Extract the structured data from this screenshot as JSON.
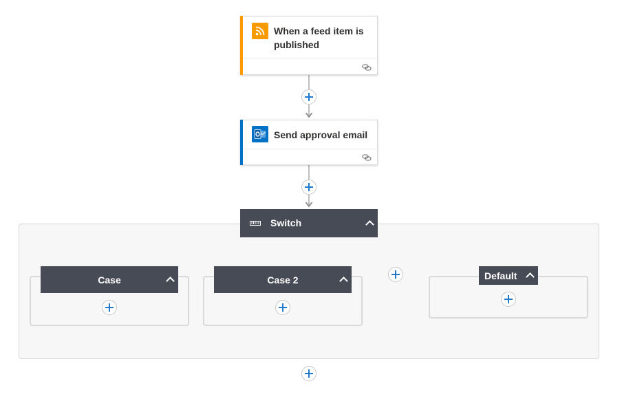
{
  "trigger": {
    "title": "When a feed item is published",
    "accent_color": "#ff9b00",
    "icon": "rss-icon",
    "icon_color": "#f89a00"
  },
  "action": {
    "title": "Send approval email",
    "accent_color": "#0072c6",
    "icon": "outlook-icon",
    "icon_color": "#0072c6"
  },
  "switch": {
    "title": "Switch",
    "icon": "switch-icon",
    "cases": [
      {
        "title": "Case"
      },
      {
        "title": "Case 2"
      }
    ],
    "default": {
      "title": "Default"
    }
  },
  "colors": {
    "header_bg": "#474b55",
    "plus_color": "#1f7acc",
    "connector": "#a8a8a8"
  }
}
